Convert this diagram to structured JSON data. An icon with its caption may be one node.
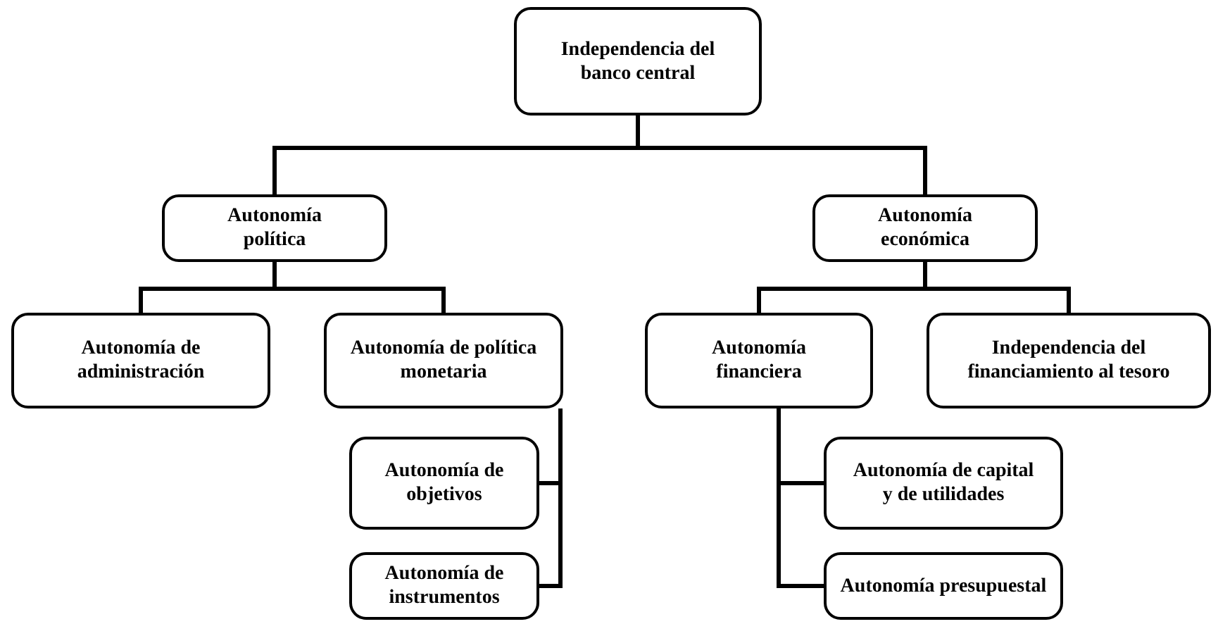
{
  "diagram": {
    "nodes": [
      {
        "text": [
          "Independencia del banco central"
        ]
      },
      {
        "text": [
          "Autonomía política"
        ]
      },
      {
        "text": [
          "Autonomía económica"
        ]
      },
      {
        "text": [
          "Autonomía de administración"
        ]
      },
      {
        "text": [
          "Autonomía de política monetaria"
        ]
      },
      {
        "text": [
          "Autonomía de objetivos"
        ]
      },
      {
        "text": [
          "Autonomía de instrumentos"
        ]
      },
      {
        "text": [
          "Autonomía financiera"
        ]
      },
      {
        "text": [
          "Independencia del financiamiento al tesoro"
        ]
      },
      {
        "text": [
          "Autonomía de capital y de utilidades"
        ]
      },
      {
        "text": [
          "Autonomía presupuestal"
        ]
      }
    ],
    "edges": [
      {
        "from": 0,
        "to": 1,
        "arrow": "none"
      },
      {
        "from": 0,
        "to": 2,
        "arrow": "none"
      },
      {
        "from": 1,
        "to": 3,
        "arrow": "none"
      },
      {
        "from": 1,
        "to": 4,
        "arrow": "none"
      },
      {
        "from": 2,
        "to": 7,
        "arrow": "none"
      },
      {
        "from": 2,
        "to": 8,
        "arrow": "none"
      },
      {
        "from": 4,
        "to": 5,
        "arrow": "none"
      },
      {
        "from": 4,
        "to": 6,
        "arrow": "none"
      },
      {
        "from": 7,
        "to": 9,
        "arrow": "none"
      },
      {
        "from": 7,
        "to": 10,
        "arrow": "none"
      }
    ]
  }
}
